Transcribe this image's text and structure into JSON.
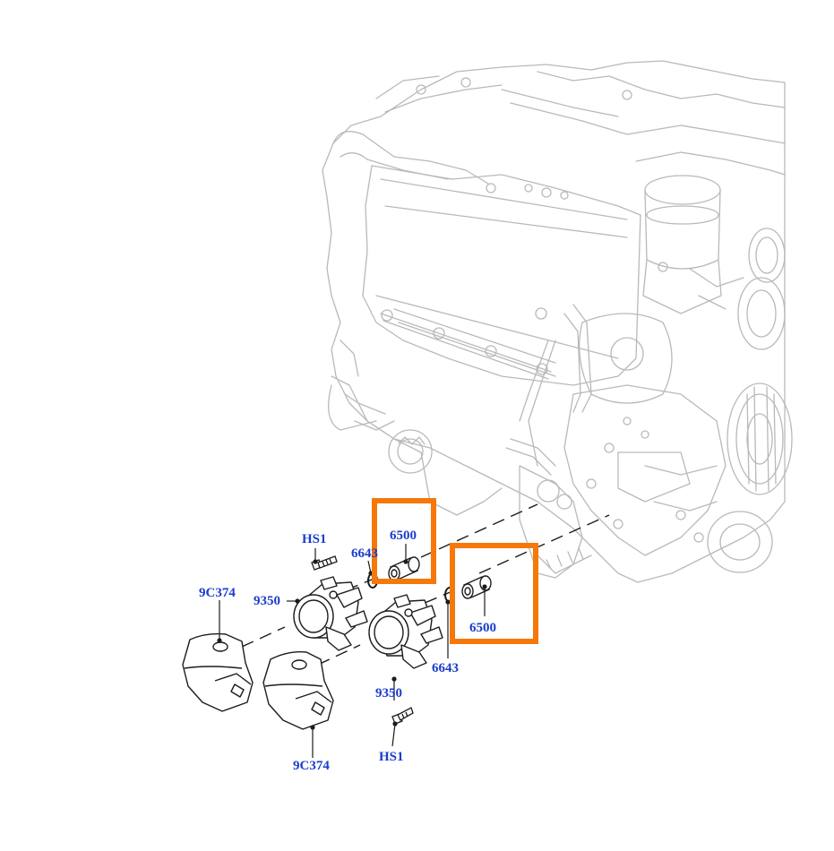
{
  "colors": {
    "line": "#b9b9b9",
    "part_line": "#1c1c1c",
    "callout_text": "#1a3ccc",
    "highlight": "#f5780a",
    "background": "#ffffff"
  },
  "callouts": {
    "hs1_top": "HS1",
    "hs1_bottom": "HS1",
    "p6643_top": "6643",
    "p6643_bottom": "6643",
    "p6500_left": "6500",
    "p6500_right": "6500",
    "p9350_left": "9350",
    "p9350_bottom": "9350",
    "p9c374_left": "9C374",
    "p9c374_bottom": "9C374"
  },
  "highlights": [
    "6500",
    "6500"
  ]
}
